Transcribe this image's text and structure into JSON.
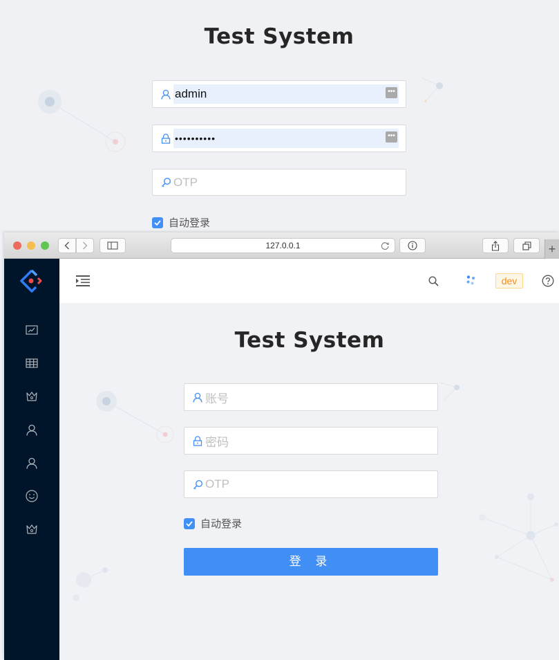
{
  "background_page": {
    "title": "Test System",
    "username": {
      "value": "admin",
      "icon": "user-icon",
      "autofill_icon": "password-manager-icon"
    },
    "password": {
      "value": "••••••••••",
      "icon": "lock-icon",
      "autofill_icon": "password-manager-icon"
    },
    "otp": {
      "placeholder": "OTP",
      "icon": "key-icon"
    },
    "auto_login": {
      "label": "自动登录",
      "checked": true
    }
  },
  "browser": {
    "url": "127.0.0.1",
    "new_tab_label": "+",
    "traffic_lights": {
      "close": "#ed6a5e",
      "minimize": "#f5bf4f",
      "maximize": "#61c554"
    }
  },
  "app": {
    "sidebar": {
      "logo": "ant-design-logo",
      "items": [
        {
          "icon": "line-chart-icon"
        },
        {
          "icon": "table-icon"
        },
        {
          "icon": "crown-icon"
        },
        {
          "icon": "user-icon"
        },
        {
          "icon": "user-icon"
        },
        {
          "icon": "smile-icon"
        },
        {
          "icon": "crown-icon"
        }
      ]
    },
    "header": {
      "menu_toggle_icon": "menu-unfold-icon",
      "search_icon": "search-icon",
      "loading_icon": "spin-dots-icon",
      "env_tag": "dev",
      "help_icon": "question-circle-icon"
    },
    "login": {
      "title": "Test System",
      "username": {
        "placeholder": "账号",
        "icon": "user-icon"
      },
      "password": {
        "placeholder": "密码",
        "icon": "lock-icon"
      },
      "otp": {
        "placeholder": "OTP",
        "icon": "key-icon"
      },
      "auto_login": {
        "label": "自动登录",
        "checked": true
      },
      "submit_label": "登 录"
    }
  },
  "colors": {
    "primary": "#418ff5",
    "sider": "#001529",
    "tag_text": "#fa8c16",
    "tag_bg": "#fff7e6"
  }
}
